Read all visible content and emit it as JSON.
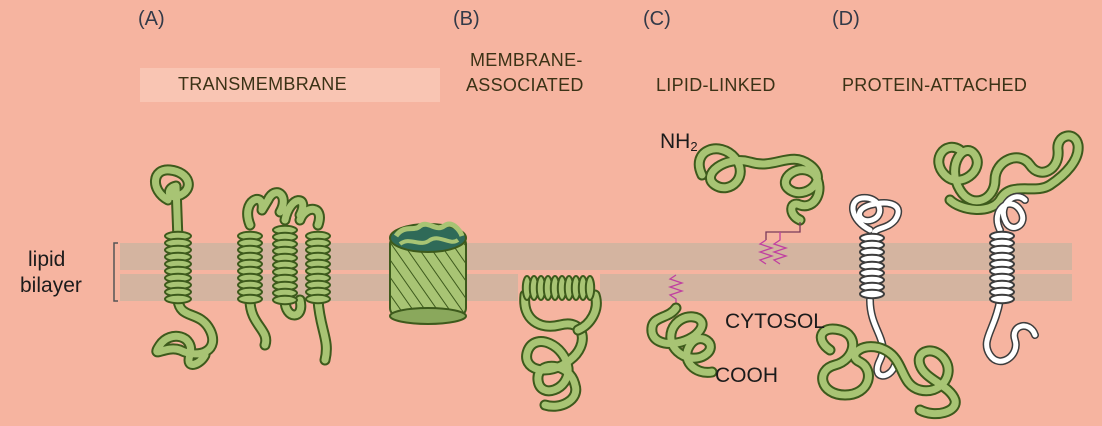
{
  "panels": [
    {
      "letter": "(A)",
      "category": "TRANSMEMBRANE"
    },
    {
      "letter": "(B)",
      "category_line1": "MEMBRANE-",
      "category_line2": "ASSOCIATED"
    },
    {
      "letter": "(C)",
      "category": "LIPID-LINKED"
    },
    {
      "letter": "(D)",
      "category": "PROTEIN-ATTACHED"
    }
  ],
  "labels": {
    "lipid_line1": "lipid",
    "lipid_line2": "bilayer",
    "nh2_base": "NH",
    "nh2_sub": "2",
    "cytosol": "CYTOSOL",
    "cooh": "COOH"
  },
  "colors": {
    "background": "#f6b4a0",
    "bilayer": "#d4b4a0",
    "protein_fill": "#a8c474",
    "protein_outline": "#3d5a1c",
    "lipid_anchor": "#c040a0",
    "white_protein": "#ffffff"
  }
}
